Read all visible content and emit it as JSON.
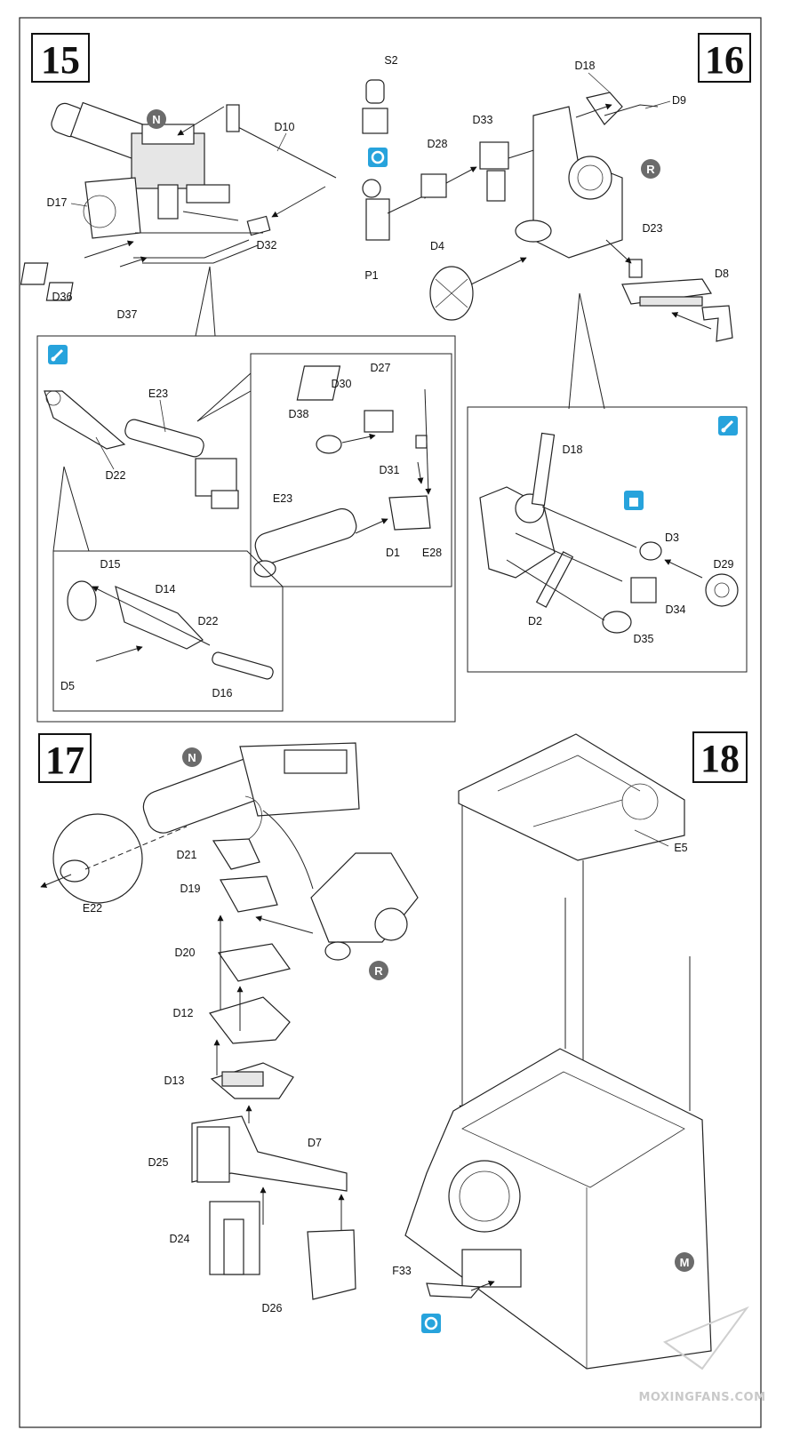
{
  "steps": [
    {
      "number": "15"
    },
    {
      "number": "16"
    },
    {
      "number": "17"
    },
    {
      "number": "18"
    }
  ],
  "badges": {
    "n": "N",
    "r": "R",
    "m": "M"
  },
  "labels": {
    "s2": "S2",
    "d18": "D18",
    "d9": "D9",
    "d33": "D33",
    "d28": "D28",
    "d10": "D10",
    "d17": "D17",
    "d32": "D32",
    "d36": "D36",
    "d37": "D37",
    "p1": "P1",
    "d4": "D4",
    "d23": "D23",
    "d8": "D8",
    "e23": "E23",
    "d22": "D22",
    "d27": "D27",
    "d30": "D30",
    "d38": "D38",
    "d31": "D31",
    "e23b": "E23",
    "d1": "D1",
    "e28": "E28",
    "d15": "D15",
    "d14": "D14",
    "d22b": "D22",
    "d5": "D5",
    "d16": "D16",
    "d18b": "D18",
    "d3": "D3",
    "d29": "D29",
    "d34": "D34",
    "d2": "D2",
    "d35": "D35",
    "d21": "D21",
    "d19": "D19",
    "e22": "E22",
    "d20": "D20",
    "d12": "D12",
    "d13": "D13",
    "d25": "D25",
    "d7": "D7",
    "d24": "D24",
    "d26": "D26",
    "e5": "E5",
    "f33": "F33"
  },
  "watermark": "MOXINGFANS.COM",
  "colors": {
    "ink": "#222222",
    "badge_grey": "#6b6b6b",
    "info_blue": "#27a3dc"
  },
  "icons": [
    "rotate-icon",
    "paint-brush-icon",
    "glue-icon",
    "paper-plane-logo-icon"
  ]
}
